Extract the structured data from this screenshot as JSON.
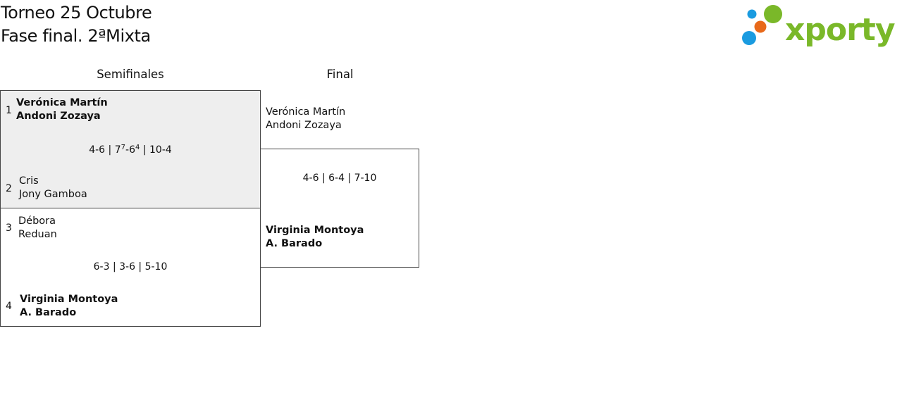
{
  "header": {
    "title_line1": "Torneo 25 Octubre",
    "title_line2": "Fase final. 2ªMixta"
  },
  "brand": {
    "logo_text": "xporty",
    "colors": {
      "green": "#7ab829",
      "blue": "#1a9be0",
      "orange": "#e8691a"
    }
  },
  "rounds": {
    "semifinal_label": "Semifinales",
    "final_label": "Final"
  },
  "semifinals": [
    {
      "teamA": {
        "seed": "1",
        "player1": "Verónica Martín",
        "player2": "Andoni Zozaya",
        "winner": true
      },
      "teamB": {
        "seed": "2",
        "player1": "Cris",
        "player2": "Jony Gamboa",
        "winner": false
      },
      "score": {
        "set1": "4-6",
        "set2_a": "7",
        "set2_a_tb": "7",
        "set2_b": "6",
        "set2_b_tb": "4",
        "set3": "10-4",
        "separator": "|"
      }
    },
    {
      "teamA": {
        "seed": "3",
        "player1": "Débora",
        "player2": "Reduan",
        "winner": false
      },
      "teamB": {
        "seed": "4",
        "player1": "Virginia Montoya",
        "player2": "A. Barado",
        "winner": true
      },
      "score": {
        "text": "6-3 | 3-6 | 5-10"
      }
    }
  ],
  "final": {
    "teamA": {
      "player1": "Verónica Martín",
      "player2": "Andoni Zozaya",
      "winner": false
    },
    "teamB": {
      "player1": "Virginia Montoya",
      "player2": "A. Barado",
      "winner": true
    },
    "score": {
      "text": "4-6 | 6-4 | 7-10"
    }
  }
}
